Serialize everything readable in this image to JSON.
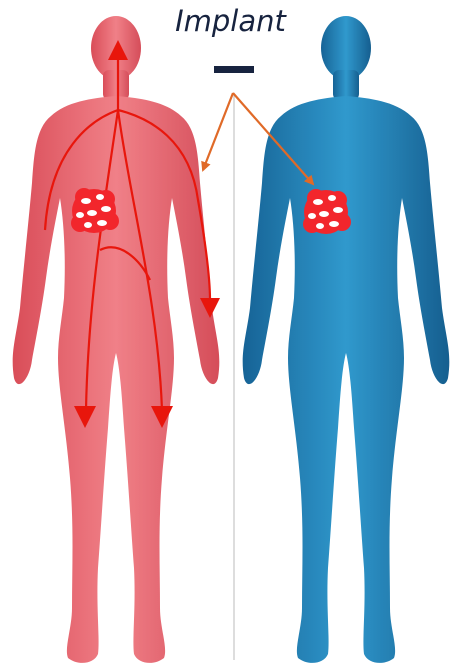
{
  "label": "Implant",
  "colors": {
    "label": "#17233f",
    "implant_symbol": "#17233f",
    "left_body": "#e0555f",
    "right_body": "#1b7ab3",
    "callout_arrows": "#e06a28",
    "flow_arrows": "#e8160c",
    "implant_cluster": "#f2262c",
    "divider": "#bbbbbb"
  },
  "icons": [
    "human-figure-red",
    "human-figure-blue",
    "implant-cell-cluster"
  ]
}
